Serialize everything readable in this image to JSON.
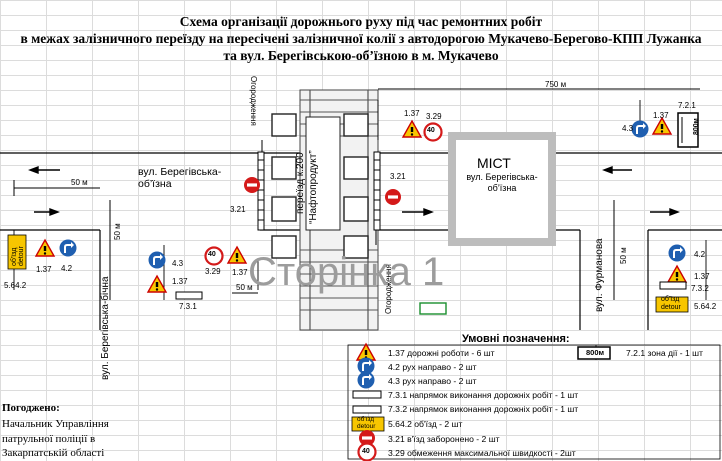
{
  "title": {
    "line1": "Схема організації дорожнього руху під час ремонтних робіт",
    "line2": "в межах залізничного переїзду на пересічені залізничної колії  з автодорогою Мукачево-Берегово-КПП Лужанка",
    "line3": "та вул. Берегівською-об’їзною в м. Мукачево"
  },
  "scheme": {
    "fence_label_top": "Огородження",
    "fence_label_bottom": "Огородження",
    "crossing_label_line1": "переїзд к.200",
    "crossing_label_line2": "“Нафтопродукт”",
    "bridge_label": "МІСТ",
    "bridge_sublabel": "вул. Берегівська-об’їзна",
    "street_bypass": "вул. Берегівська-об’їзна",
    "street_side": "вул. Берегівська-бічна",
    "street_furmanova": "вул. Фурманова",
    "watermark": "Сторінка 1",
    "distances": {
      "d750": "750 м",
      "d50_left": "50 м",
      "d50_left_v": "50 м",
      "d50_center": "50 м",
      "d50_right_v": "50 м"
    },
    "sign_codes": {
      "s137_top": "1.37",
      "s329_top": "3.29",
      "s721": "7.2.1",
      "s43_top": "4.3",
      "s137_tr": "1.37",
      "s321_right": "3.21",
      "s321_left": "3.21",
      "s5642_left": "5.64.2",
      "s137_left": "1.37",
      "s42_left": "4.2",
      "s43_mid": "4.3",
      "s137_mid": "1.37",
      "s731": "7.3.1",
      "s329_mid": "3.29",
      "s137_mid2": "1.37",
      "s42_right": "4.2",
      "s137_right": "1.37",
      "s732": "7.3.2",
      "s5642_right": "5.64.2"
    },
    "speed_limit": "40",
    "zone_plate": "800м",
    "detour_top": "об'їзд",
    "detour_bottom": "detour"
  },
  "legend": {
    "title": "Умовні позначення:",
    "items": [
      "1.37 дорожні роботи - 6 шт",
      "4.2 рух направо - 2 шт",
      "4.3 рух направо - 2 шт",
      "7.3.1 напрямок виконання дорожніх робіт - 1 шт",
      "7.3.2 напрямок виконання дорожніх робіт - 1 шт",
      "5.64.2 об'їзд - 2 шт",
      "3.21 в'їзд заборонено - 2 шт",
      "3.29 обмеження максимальної швидкості - 2шт"
    ],
    "zone_item": "7.2.1 зона дії - 1 шт",
    "zone_plate": "800м",
    "detour_top": "об'їзд",
    "detour_bottom": "detour",
    "speed": "40"
  },
  "signature": {
    "line1": "Погоджено:",
    "line2": "Начальник Управління",
    "line3": "патрульної поліції в",
    "line4": "Закарпатській області"
  },
  "colors": {
    "sign_yellow": "#f7c600",
    "sign_blue": "#1f5fb0",
    "sign_red": "#d41a1a",
    "bridge_gray": "#bdbdbd"
  }
}
